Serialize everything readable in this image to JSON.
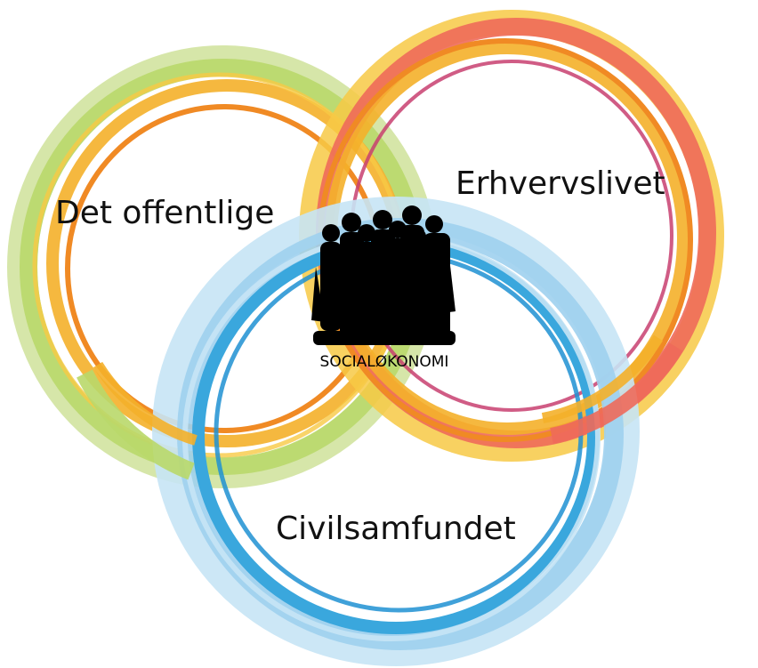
{
  "diagram": {
    "rings": [
      {
        "id": "public",
        "label": "Det offentlige",
        "colors": [
          "#b9d86a",
          "#f4b02a",
          "#f08a24",
          "#cfe29a"
        ]
      },
      {
        "id": "business",
        "label": "Erhvervslivet",
        "colors": [
          "#f4b02a",
          "#ee6a5a",
          "#f08a24",
          "#c84070",
          "#f7c945"
        ]
      },
      {
        "id": "civil",
        "label": "Civilsamfundet",
        "colors": [
          "#3aa7dd",
          "#9ed0ee",
          "#1e90d2",
          "#c7e4f5"
        ]
      }
    ],
    "center_label": "SOCIALØKONOMI",
    "center_icon": "people-silhouette-icon"
  }
}
